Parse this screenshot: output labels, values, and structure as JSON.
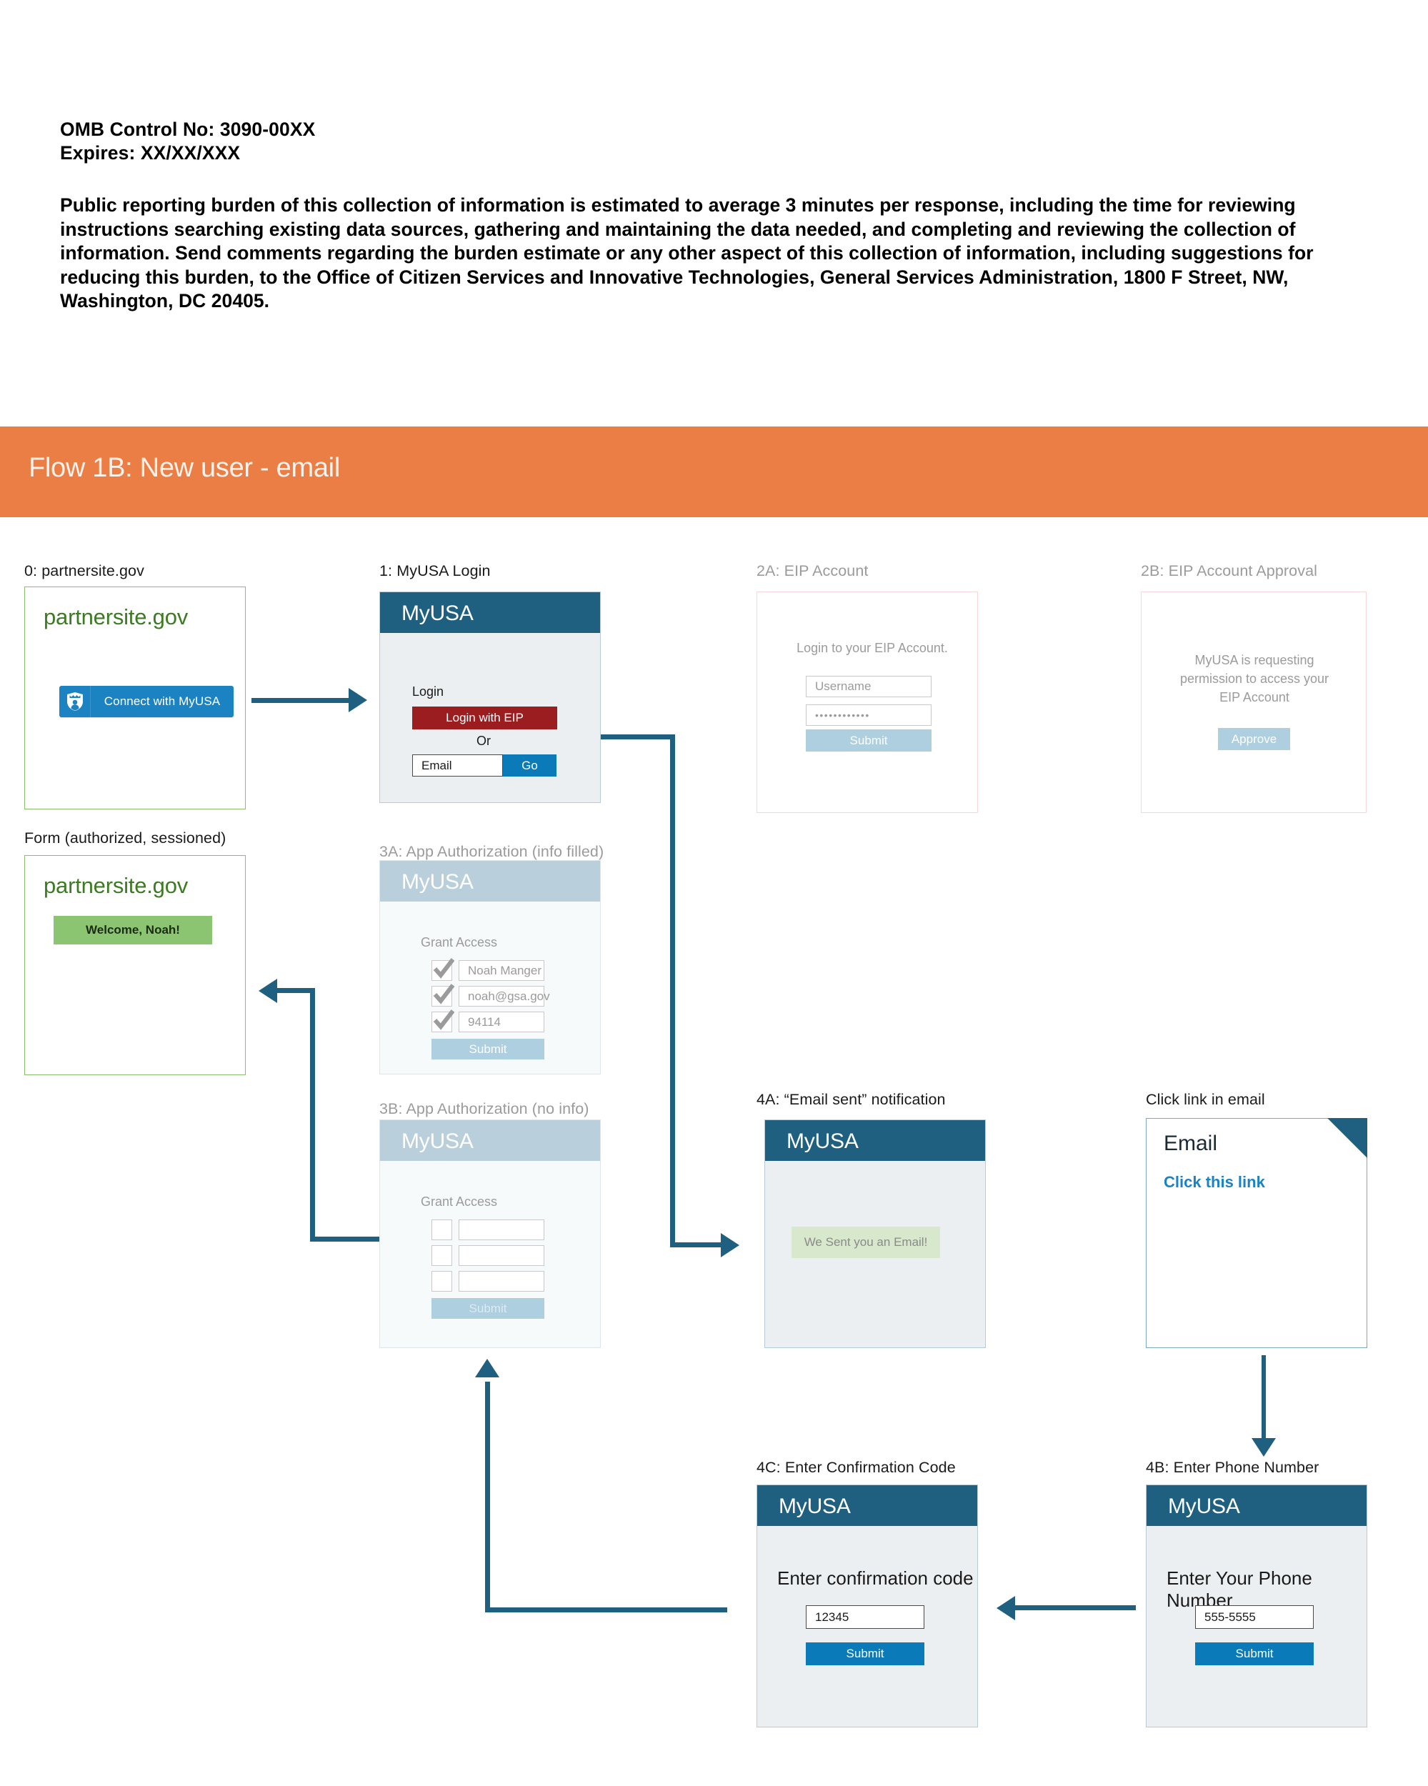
{
  "omb": {
    "control_no": "OMB Control No: 3090-00XX",
    "expires": "Expires: XX/XX/XXX",
    "burden_statement": "Public reporting burden of this collection of information is estimated to average 3 minutes per response, including the time for reviewing instructions searching existing data sources, gathering and maintaining the data needed, and completing and reviewing the collection of information. Send comments regarding the burden estimate or any other aspect of this collection of information, including suggestions for reducing this burden, to the Office of Citizen Services and Innovative Technologies, General Services Administration, 1800 F Street, NW, Washington, DC 20405."
  },
  "banner": {
    "title": "Flow 1B: New user - email",
    "background": "#EB7E45",
    "text_color": "#FDF3EC"
  },
  "colors": {
    "myusa_teal": "#1F6080",
    "myusa_teal_faded": "#B9D0DC",
    "connector": "#1F6080",
    "partner_green": "#3D7A24",
    "welcome_green": "#8CC572",
    "button_blue": "#0A7BB8",
    "button_red": "#9B1D20",
    "button_pale": "#AECFE0",
    "connect_blue": "#1C83C3",
    "green_frame": "#8CBF6B",
    "pink_frame": "#F6D8D8",
    "screen_body": "#ECEFF1"
  },
  "screens": {
    "partnersite_start": {
      "caption": "0: partnersite.gov",
      "wordmark": "partnersite.gov",
      "connect_button": "Connect with MyUSA",
      "shield_icon": "shield-icon"
    },
    "myusa_login": {
      "caption": "1: MyUSA Login",
      "wordmark": "MyUSA",
      "login_label": "Login",
      "login_eip_button": "Login with EIP",
      "or_label": "Or",
      "email_placeholder": "Email",
      "go_button": "Go"
    },
    "eip_account": {
      "caption": "2A: EIP Account",
      "prompt": "Login to your EIP Account.",
      "username_placeholder": "Username",
      "password_value": "••••••••••••",
      "submit_button": "Submit"
    },
    "eip_approval": {
      "caption": "2B: EIP Account Approval",
      "prompt": "MyUSA is requesting permission to access your EIP Account",
      "approve_button": "Approve"
    },
    "partnersite_form": {
      "caption": "Form (authorized, sessioned)",
      "wordmark": "partnersite.gov",
      "welcome_message": "Welcome, Noah!"
    },
    "app_auth_filled": {
      "caption": "3A: App Authorization (info filled)",
      "wordmark": "MyUSA",
      "grant_access_label": "Grant Access",
      "fields": [
        "Noah Manger",
        "noah@gsa.gov",
        "94114"
      ],
      "checked": [
        true,
        true,
        true
      ],
      "submit_button": "Submit"
    },
    "app_auth_empty": {
      "caption": "3B: App Authorization (no info)",
      "wordmark": "MyUSA",
      "grant_access_label": "Grant Access",
      "fields": [
        "",
        "",
        ""
      ],
      "checked": [
        false,
        false,
        false
      ],
      "submit_button": "Submit"
    },
    "email_sent": {
      "caption": "4A: “Email sent” notification",
      "wordmark": "MyUSA",
      "notice": "We Sent you an Email!"
    },
    "email_client": {
      "caption": "Click link in email",
      "title": "Email",
      "link_text": "Click this link"
    },
    "enter_phone": {
      "caption": "4B: Enter Phone Number",
      "wordmark": "MyUSA",
      "prompt": "Enter Your Phone Number",
      "value": "555-5555",
      "submit_button": "Submit"
    },
    "enter_code": {
      "caption": "4C: Enter Confirmation Code",
      "wordmark": "MyUSA",
      "prompt": "Enter confirmation code",
      "value": "12345",
      "submit_button": "Submit"
    }
  }
}
